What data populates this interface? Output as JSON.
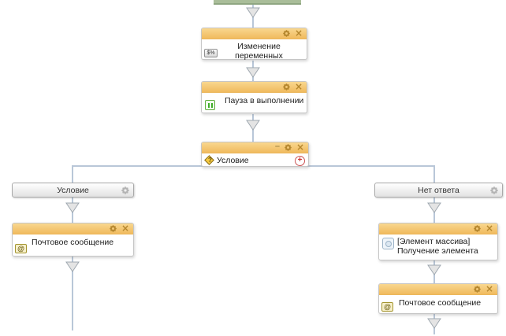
{
  "diagram": {
    "nodes": {
      "change_variables": {
        "title": "Изменение переменных"
      },
      "pause": {
        "title": "Пауза в выполнении"
      },
      "condition": {
        "title": "Условие"
      },
      "mail_left": {
        "title": "Почтовое сообщение"
      },
      "array_element": {
        "line1": "[Элемент массива]",
        "line2": "Получение элемента"
      },
      "mail_right": {
        "title": "Почтовое сообщение"
      }
    },
    "branches": {
      "left": {
        "label": "Условие"
      },
      "right": {
        "label": "Нет ответа"
      }
    }
  },
  "glyphs": {
    "close": "×",
    "collapse": "–",
    "add": "+",
    "variables": "$%",
    "mail": "@",
    "question": "?"
  },
  "colors": {
    "header_orange": "#f3c26c",
    "connector_blue": "#b9c7d8",
    "top_block_green": "#a9bd99"
  }
}
